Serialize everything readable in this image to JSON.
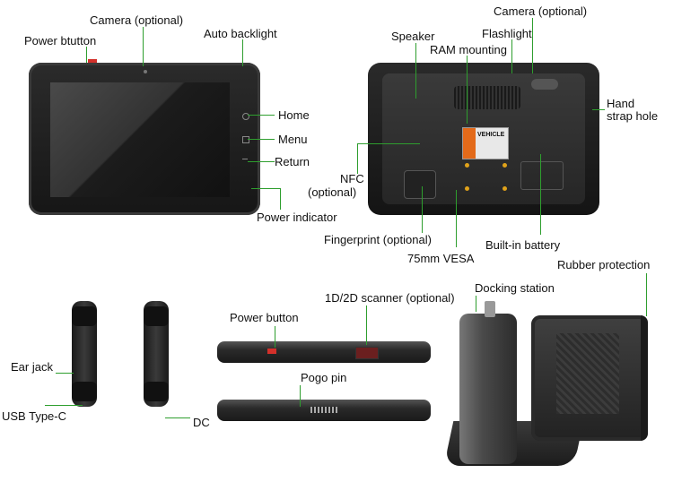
{
  "labels": {
    "power_btutton": "Power btutton",
    "camera_front": "Camera (optional)",
    "auto_backlight": "Auto backlight",
    "home": "Home",
    "menu": "Menu",
    "return": "Return",
    "power_indicator": "Power indicator",
    "speaker": "Speaker",
    "ram_mounting": "RAM mounting",
    "camera_back": "Camera (optional)",
    "flashlight": "Flashlight",
    "hand_strap_hole": "Hand\nstrap hole",
    "nfc_line1": "NFC",
    "nfc_line2": "(optional)",
    "fingerprint": "Fingerprint (optional)",
    "vesa": "75mm VESA",
    "battery": "Built-in battery",
    "rubber_protection": "Rubber protection",
    "docking_station": "Docking station",
    "scanner": "1D/2D scanner (optional)",
    "power_button": "Power button",
    "pogo_pin": "Pogo pin",
    "ear_jack": "Ear jack",
    "usb_type_c": "USB Type-C",
    "dc": "DC"
  },
  "back_sticker_text": "VEHICLE",
  "colors": {
    "leader_line": "#2e9e2e",
    "accent_red": "#d3302a",
    "vesa_dot": "#e0a21a"
  }
}
